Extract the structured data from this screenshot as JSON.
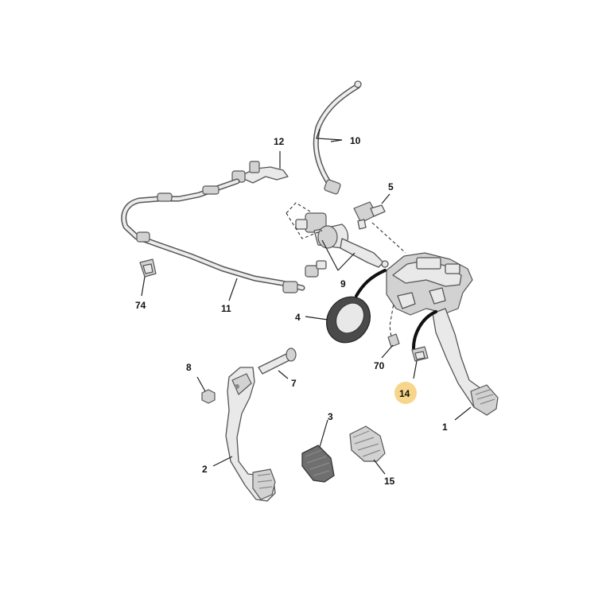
{
  "callouts": {
    "c1": "1",
    "c2": "2",
    "c3": "3",
    "c4": "4",
    "c5": "5",
    "c7": "7",
    "c8": "8",
    "c9": "9",
    "c10": "10",
    "c11": "11",
    "c12": "12",
    "c14": "14",
    "c15": "15",
    "c70": "70",
    "c74": "74"
  },
  "highlight": {
    "callout": "14",
    "color": "#f7d58a"
  }
}
